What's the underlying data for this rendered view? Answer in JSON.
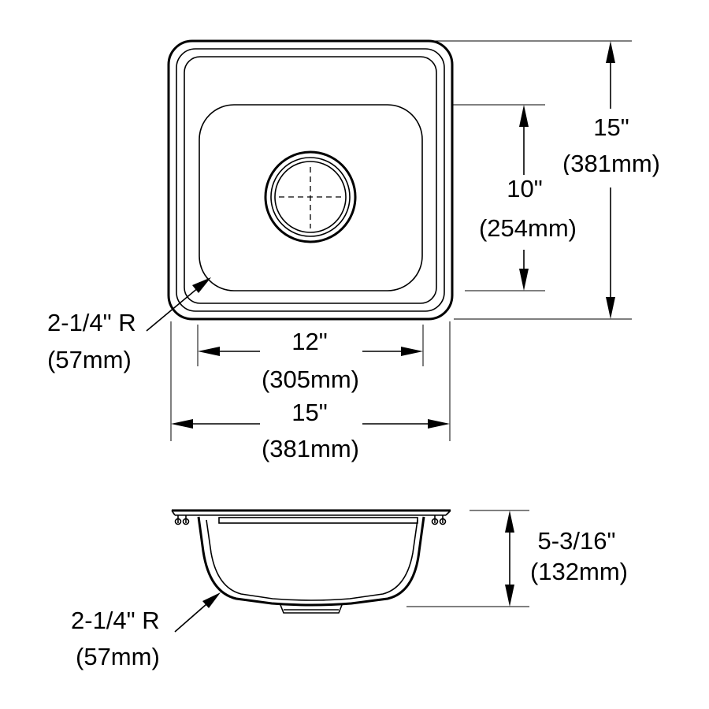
{
  "top_view": {
    "overall_height": {
      "imperial": "15\"",
      "metric": "(381mm)"
    },
    "bowl_length": {
      "imperial": "10\"",
      "metric": "(254mm)"
    },
    "bowl_width": {
      "imperial": "12\"",
      "metric": "(305mm)"
    },
    "overall_width": {
      "imperial": "15\"",
      "metric": "(381mm)"
    },
    "corner_radius": {
      "imperial": "2-1/4\" R",
      "metric": "(57mm)"
    }
  },
  "side_view": {
    "depth": {
      "imperial": "5-3/16\"",
      "metric": "(132mm)"
    },
    "bottom_radius": {
      "imperial": "2-1/4\" R",
      "metric": "(57mm)"
    }
  }
}
